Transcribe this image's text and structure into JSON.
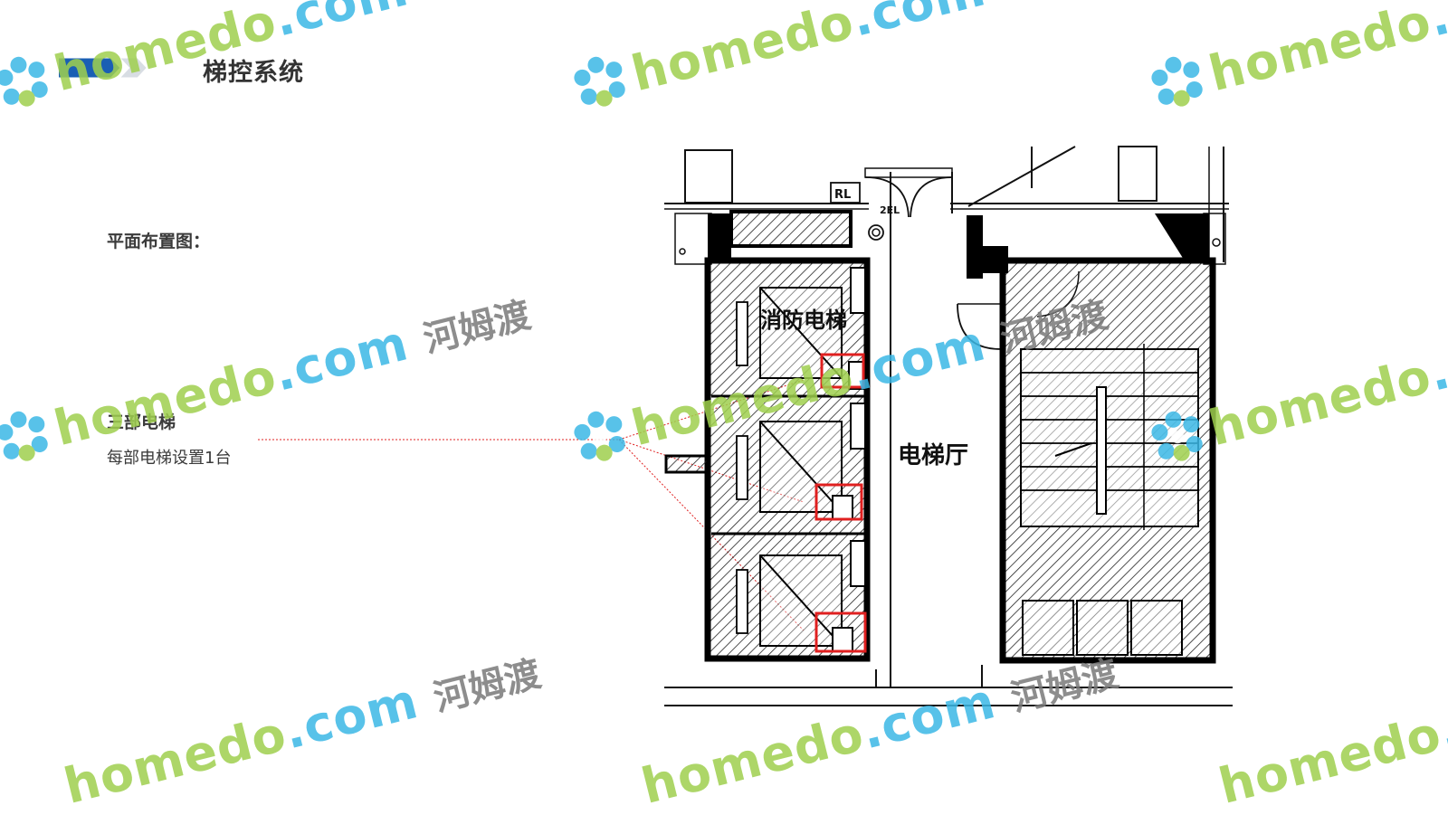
{
  "header": {
    "title": "梯控系统",
    "accent_color": "#1a5fb4",
    "secondary_color": "#d8dde3"
  },
  "content": {
    "layout_label": "平面布置图：",
    "elevator_label": "三部电梯",
    "elevator_desc": "每部电梯设置1台"
  },
  "floor_plan": {
    "fire_elevator_label": "消防电梯",
    "hall_label": "电梯厅",
    "tag_rl": "RL",
    "tag_2el": "2EL",
    "highlight_color": "#e02020"
  },
  "watermark": {
    "brand": "homedo",
    "domain_suffix": ".com",
    "chinese": "河姆渡",
    "brand_color": "#9fd04e",
    "accent_color": "#3bb8e6"
  }
}
